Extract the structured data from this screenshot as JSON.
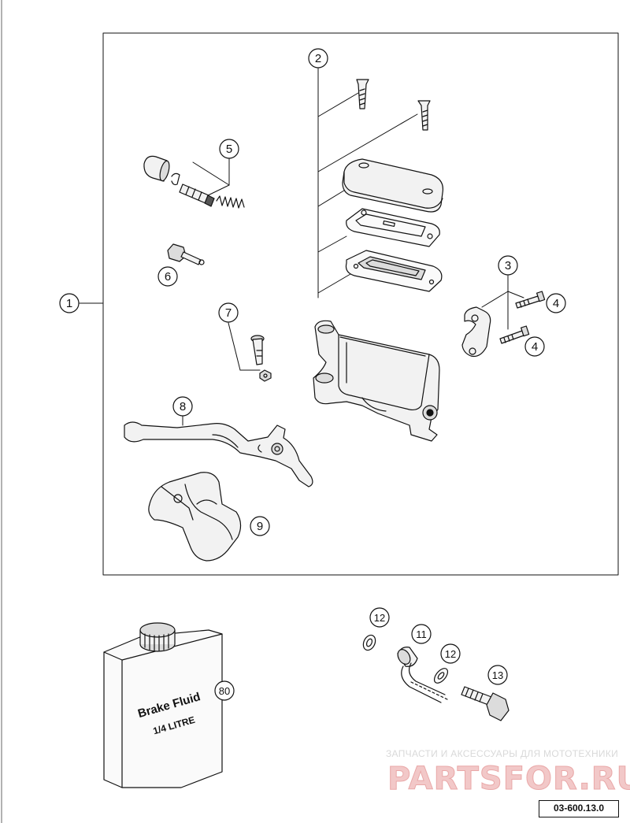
{
  "callouts": [
    {
      "id": "1",
      "label": "1"
    },
    {
      "id": "2",
      "label": "2"
    },
    {
      "id": "3",
      "label": "3"
    },
    {
      "id": "4a",
      "label": "4"
    },
    {
      "id": "4b",
      "label": "4"
    },
    {
      "id": "5",
      "label": "5"
    },
    {
      "id": "6",
      "label": "6"
    },
    {
      "id": "7",
      "label": "7"
    },
    {
      "id": "8",
      "label": "8"
    },
    {
      "id": "9",
      "label": "9"
    },
    {
      "id": "11",
      "label": "11"
    },
    {
      "id": "12a",
      "label": "12"
    },
    {
      "id": "12b",
      "label": "12"
    },
    {
      "id": "13",
      "label": "13"
    },
    {
      "id": "80",
      "label": "80"
    }
  ],
  "can_label": {
    "line1": "Brake Fluid",
    "line2": "1/4 LITRE"
  },
  "watermark": {
    "tagline": "ЗАПЧАСТИ И АКСЕССУАРЫ ДЛЯ МОТОТЕХНИКИ",
    "logo": "PARTSFOR.RU"
  },
  "reference_code": "03-600.13.0",
  "colors": {
    "line": "#111111",
    "part_fill": "#f2f2f2",
    "shade": "#cfcfcf",
    "watermark": "#e9a8a8"
  }
}
